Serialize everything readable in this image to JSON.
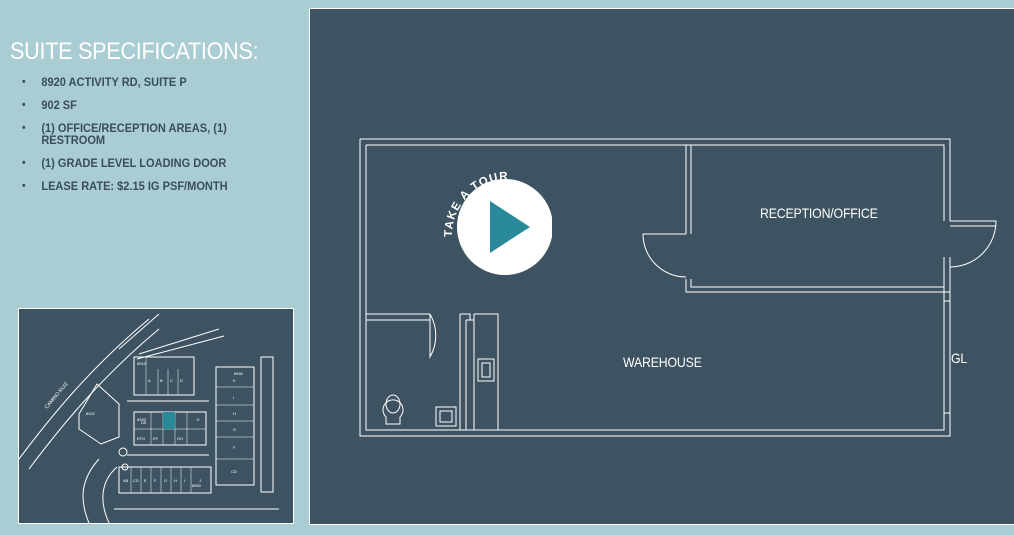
{
  "specs": {
    "title": "SUITE SPECIFICATIONS:",
    "items": [
      "8920 ACTIVITY RD, SUITE P",
      "902 SF",
      "(1) OFFICE/RECEPTION AREAS, (1) RESTROOM",
      "(1) GRADE LEVEL LOADING DOOR",
      "LEASE RATE: $2.15 IG PSF/MONTH"
    ],
    "bullet": "•"
  },
  "site_map": {
    "road_label": "CAMINO RUIZ",
    "buildings": [
      "8910",
      "8940",
      "8920",
      "8922",
      "8950"
    ],
    "suite_labels": [
      "A",
      "B",
      "C",
      "D",
      "E",
      "F",
      "G",
      "H",
      "I",
      "J",
      "K",
      "AB",
      "CD",
      "EF",
      "GH",
      "DE",
      "EFG",
      "HIJ"
    ]
  },
  "floor_plan": {
    "tour_text": "TAKE A TOUR",
    "rooms": {
      "reception": "RECEPTION/OFFICE",
      "warehouse": "WAREHOUSE",
      "door": "GL"
    }
  },
  "colors": {
    "page_bg": "#a9cdd3",
    "panel_bg": "#3d5361",
    "accent": "#2a8a9a",
    "line": "#ffffff"
  }
}
